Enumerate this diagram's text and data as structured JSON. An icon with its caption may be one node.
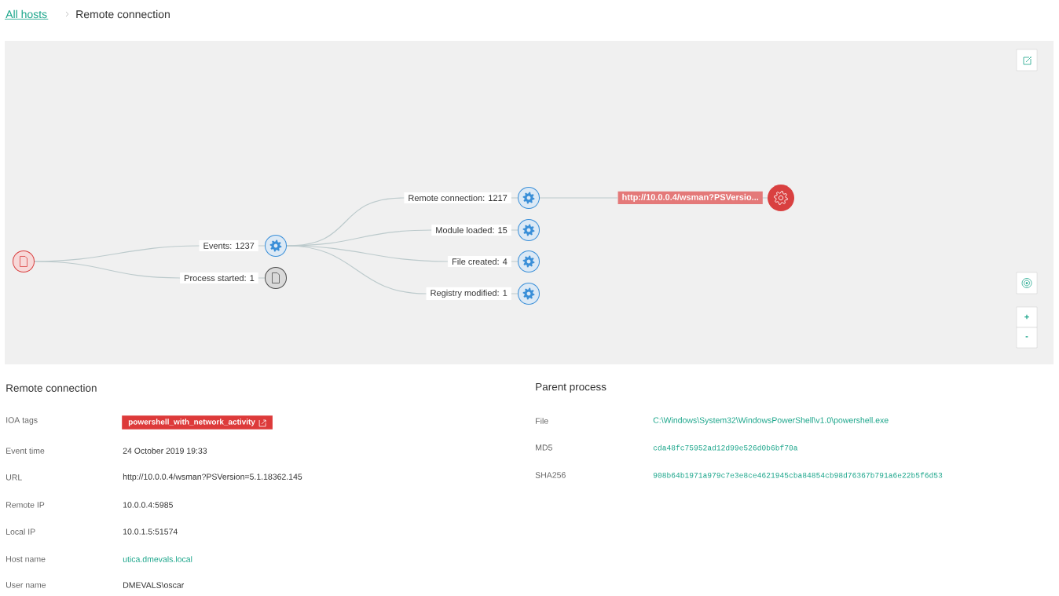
{
  "diagram": {
    "nodes": [
      {
        "text": [],
        "shape": "circle"
      },
      {
        "text": [
          "Events: 1237"
        ]
      },
      {
        "text": [
          "Process started: 1"
        ]
      },
      {
        "text": [
          "Remote connection: 1217"
        ]
      },
      {
        "text": [
          "Module loaded: 15"
        ]
      },
      {
        "text": [
          "File created: 4"
        ]
      },
      {
        "text": [
          "Registry modified: 1"
        ]
      },
      {
        "text": [
          "http://10.0.0.4/wsman?PSVersio..."
        ]
      }
    ],
    "edges": [
      {
        "from": 0,
        "to": 1,
        "arrow": "none"
      },
      {
        "from": 0,
        "to": 2,
        "arrow": "none"
      },
      {
        "from": 1,
        "to": 3,
        "arrow": "none"
      },
      {
        "from": 1,
        "to": 4,
        "arrow": "none"
      },
      {
        "from": 1,
        "to": 5,
        "arrow": "none"
      },
      {
        "from": 1,
        "to": 6,
        "arrow": "none"
      },
      {
        "from": 3,
        "to": 7,
        "arrow": "none"
      }
    ],
    "labels": [
      "All hosts",
      "Remote connection",
      "+",
      "-",
      "Remote connection",
      "IOA tags",
      "powershell_with_network_activity",
      "Event time",
      "24 October 2019 19:33",
      "URL",
      "http://10.0.0.4/wsman?PSVersion=5.1.18362.145",
      "Remote IP",
      "10.0.0.4:5985",
      "Local IP",
      "10.0.1.5:51574",
      "Host name",
      "utica.dmevals.local",
      "User name",
      "DMEVALS\\oscar",
      "Parent process",
      "File",
      "C:\\Windows\\System32\\WindowsPowerShell\\v1.0\\powershell.exe",
      "MD5",
      "cda48fc75952ad12d99e526d0b6bf70a",
      "SHA256",
      "908b64b1971a979c7e3e8ce4621945cba84854cb98d76367b791a6e22b5f6d53"
    ]
  }
}
